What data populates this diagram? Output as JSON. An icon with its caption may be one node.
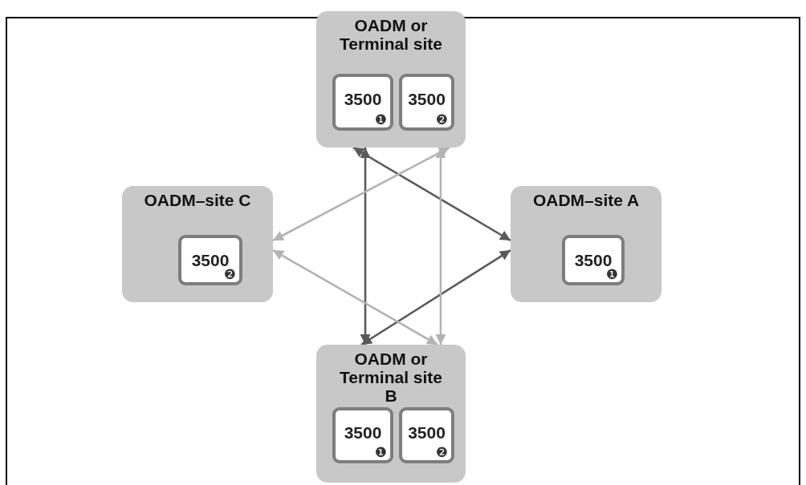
{
  "diagram": {
    "nodes": [
      {
        "text": [
          "OADM or Terminal site"
        ]
      },
      {
        "text": [
          "3500",
          "❶"
        ],
        "in": 0
      },
      {
        "text": [
          "3500",
          "❷"
        ],
        "in": 0
      },
      {
        "text": [
          "OADM–site C"
        ]
      },
      {
        "text": [
          "3500",
          "❷"
        ],
        "in": 3
      },
      {
        "text": [
          "OADM–site A"
        ]
      },
      {
        "text": [
          "3500",
          "❶"
        ],
        "in": 5
      },
      {
        "text": [
          "OADM or Terminal site B"
        ]
      },
      {
        "text": [
          "3500",
          "❶"
        ],
        "in": 7
      },
      {
        "text": [
          "3500",
          "❷"
        ],
        "in": 7
      }
    ],
    "edges": [
      {
        "from": 0,
        "to": 7,
        "arrow": "both"
      },
      {
        "from": 0,
        "to": 5,
        "arrow": "both"
      },
      {
        "from": 5,
        "to": 7,
        "arrow": "both"
      },
      {
        "from": 0,
        "to": 3,
        "arrow": "both",
        "color": "#b3b3b3"
      },
      {
        "from": 3,
        "to": 7,
        "arrow": "both",
        "color": "#b3b3b3"
      },
      {
        "from": 0,
        "to": 7,
        "arrow": "both",
        "color": "#b3b3b3"
      }
    ]
  }
}
